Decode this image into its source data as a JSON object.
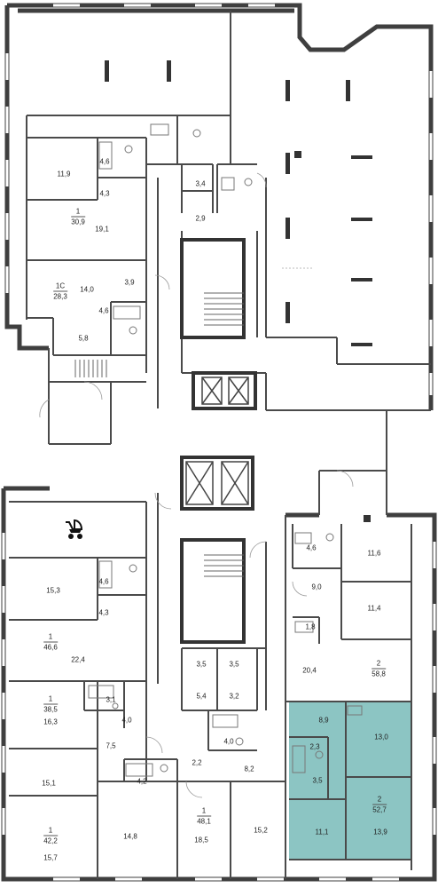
{
  "colors": {
    "wall": "#3f3f3f",
    "thin_line": "#7a7a7a",
    "highlight_fill": "#8cc5c3",
    "background": "#ffffff"
  },
  "highlighted_apartment": {
    "rooms": "2",
    "area": "52,7"
  },
  "apartments": [
    {
      "id": "apt-1-30-9",
      "rooms": "1",
      "area": "30,9"
    },
    {
      "id": "apt-1c-28-3",
      "rooms": "1С",
      "area": "28,3"
    },
    {
      "id": "apt-1-46-6",
      "rooms": "1",
      "area": "46,6"
    },
    {
      "id": "apt-1-38-5",
      "rooms": "1",
      "area": "38,5"
    },
    {
      "id": "apt-1-42-2",
      "rooms": "1",
      "area": "42,2"
    },
    {
      "id": "apt-1-48-1",
      "rooms": "1",
      "area": "48,1"
    },
    {
      "id": "apt-2-58-8",
      "rooms": "2",
      "area": "58,8"
    },
    {
      "id": "apt-2-52-7",
      "rooms": "2",
      "area": "52,7"
    }
  ],
  "room_areas": {
    "r01": "11,9",
    "r02": "4,6",
    "r03": "4,3",
    "r04": "3,4",
    "r05": "2,9",
    "r06": "19,1",
    "r07": "14,0",
    "r08": "3,9",
    "r09": "4,6",
    "r10": "5,8",
    "r11": "15,3",
    "r12": "4,6",
    "r13": "4,3",
    "r14": "22,4",
    "r15": "3,1",
    "r16": "4,0",
    "r17": "16,3",
    "r18": "3,5",
    "r19": "3,5",
    "r20": "5,4",
    "r21": "3,2",
    "r22": "4,0",
    "r23": "7,5",
    "r24": "15,1",
    "r25": "2,2",
    "r26": "8,2",
    "r27": "4,2",
    "r28": "14,8",
    "r29": "15,7",
    "r30": "18,5",
    "r31": "15,2",
    "r32": "4,6",
    "r33": "11,6",
    "r34": "9,0",
    "r35": "11,4",
    "r36": "1,8",
    "r37": "20,4",
    "r38": "8,9",
    "r39": "13,0",
    "r40": "2,3",
    "r41": "3,5",
    "r42": "11,1",
    "r43": "13,9"
  },
  "icons": {
    "stroller": "stroller-icon",
    "elevator": "elevator-icon",
    "stairs": "stairs-icon"
  }
}
